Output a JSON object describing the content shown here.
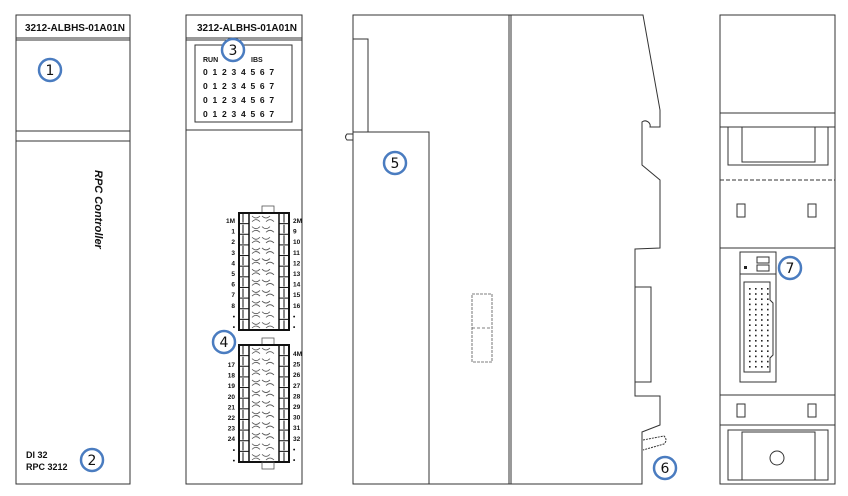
{
  "front_left": {
    "model": "3212-ALBHS-01A01N",
    "title": "RPC Controller",
    "line1": "DI 32",
    "line2": "RPC 3212"
  },
  "front_right": {
    "model": "3212-ALBHS-01A01N",
    "led_labels": {
      "run": "RUN",
      "ibs": "IBS"
    },
    "led_rows": [
      "0 1 2 3 4 5 6 7",
      "0 1 2 3 4 5 6 7",
      "0 1 2 3 4 5 6 7",
      "0 1 2 3 4 5 6 7"
    ],
    "terminal_top_left": [
      "1M",
      "1",
      "2",
      "3",
      "4",
      "5",
      "6",
      "7",
      "8",
      "•",
      "•"
    ],
    "terminal_top_right": [
      "2M",
      "9",
      "10",
      "11",
      "12",
      "13",
      "14",
      "15",
      "16",
      "•",
      "•"
    ],
    "terminal_bottom_left": [
      "17",
      "18",
      "19",
      "20",
      "21",
      "22",
      "23",
      "24",
      "•",
      "•"
    ],
    "terminal_bottom_right": [
      "4M",
      "25",
      "26",
      "27",
      "28",
      "29",
      "30",
      "31",
      "32",
      "•",
      "•"
    ]
  },
  "markers": [
    "1",
    "2",
    "3",
    "4",
    "5",
    "6",
    "7"
  ],
  "marker_color": "#4a7cc0"
}
